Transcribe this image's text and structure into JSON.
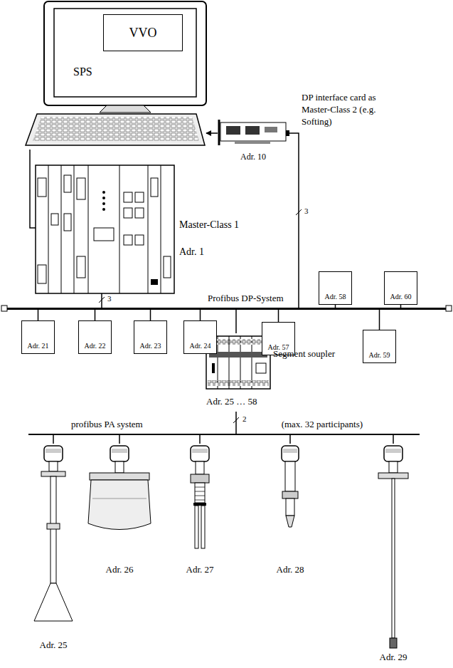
{
  "diagram": {
    "nodes": [
      {
        "text": [
          "SPS"
        ]
      },
      {
        "text": [
          "VVO"
        ],
        "in": 0
      },
      {
        "text": [
          "Adr. 10"
        ]
      },
      {
        "text": [
          "Master-Class 1",
          "Adr. 1"
        ]
      },
      {
        "text": [
          "Profibus DP-System"
        ]
      },
      {
        "text": [
          "Adr. 21"
        ]
      },
      {
        "text": [
          "Adr. 22"
        ]
      },
      {
        "text": [
          "Adr. 23"
        ]
      },
      {
        "text": [
          "Adr. 24"
        ]
      },
      {
        "text": [
          "Adr. 57"
        ]
      },
      {
        "text": [
          "Adr. 58"
        ]
      },
      {
        "text": [
          "Adr. 59"
        ]
      },
      {
        "text": [
          "Adr. 60"
        ]
      },
      {
        "text": [
          "Segment soupler",
          "Adr. 25 … 58"
        ]
      },
      {
        "text": [
          "profibus PA system",
          "(max. 32 participants)"
        ]
      },
      {
        "text": [
          "Adr. 25"
        ]
      },
      {
        "text": [
          "Adr. 26"
        ]
      },
      {
        "text": [
          "Adr. 27"
        ]
      },
      {
        "text": [
          "Adr. 28"
        ]
      },
      {
        "text": [
          "Adr. 29"
        ]
      }
    ],
    "edges": [
      {
        "from": 2,
        "to": 0,
        "arrow": "to"
      },
      {
        "from": 0,
        "to": 3,
        "arrow": "none"
      },
      {
        "from": 3,
        "to": 4,
        "arrow": "none",
        "label": "3"
      },
      {
        "from": 2,
        "to": 4,
        "arrow": "none",
        "label": "3"
      },
      {
        "from": 4,
        "to": 5,
        "arrow": "none"
      },
      {
        "from": 4,
        "to": 6,
        "arrow": "none"
      },
      {
        "from": 4,
        "to": 7,
        "arrow": "none"
      },
      {
        "from": 4,
        "to": 8,
        "arrow": "none"
      },
      {
        "from": 4,
        "to": 9,
        "arrow": "none"
      },
      {
        "from": 4,
        "to": 10,
        "arrow": "none"
      },
      {
        "from": 4,
        "to": 11,
        "arrow": "none"
      },
      {
        "from": 4,
        "to": 12,
        "arrow": "none"
      },
      {
        "from": 4,
        "to": 13,
        "arrow": "none"
      },
      {
        "from": 13,
        "to": 14,
        "arrow": "none",
        "label": "2"
      },
      {
        "from": 14,
        "to": 15,
        "arrow": "none"
      },
      {
        "from": 14,
        "to": 16,
        "arrow": "none"
      },
      {
        "from": 14,
        "to": 17,
        "arrow": "none"
      },
      {
        "from": 14,
        "to": 18,
        "arrow": "none"
      },
      {
        "from": 14,
        "to": 19,
        "arrow": "none"
      }
    ],
    "labels": [
      "DP interface card as Master-Class 2 (e.g. Softing)"
    ]
  }
}
